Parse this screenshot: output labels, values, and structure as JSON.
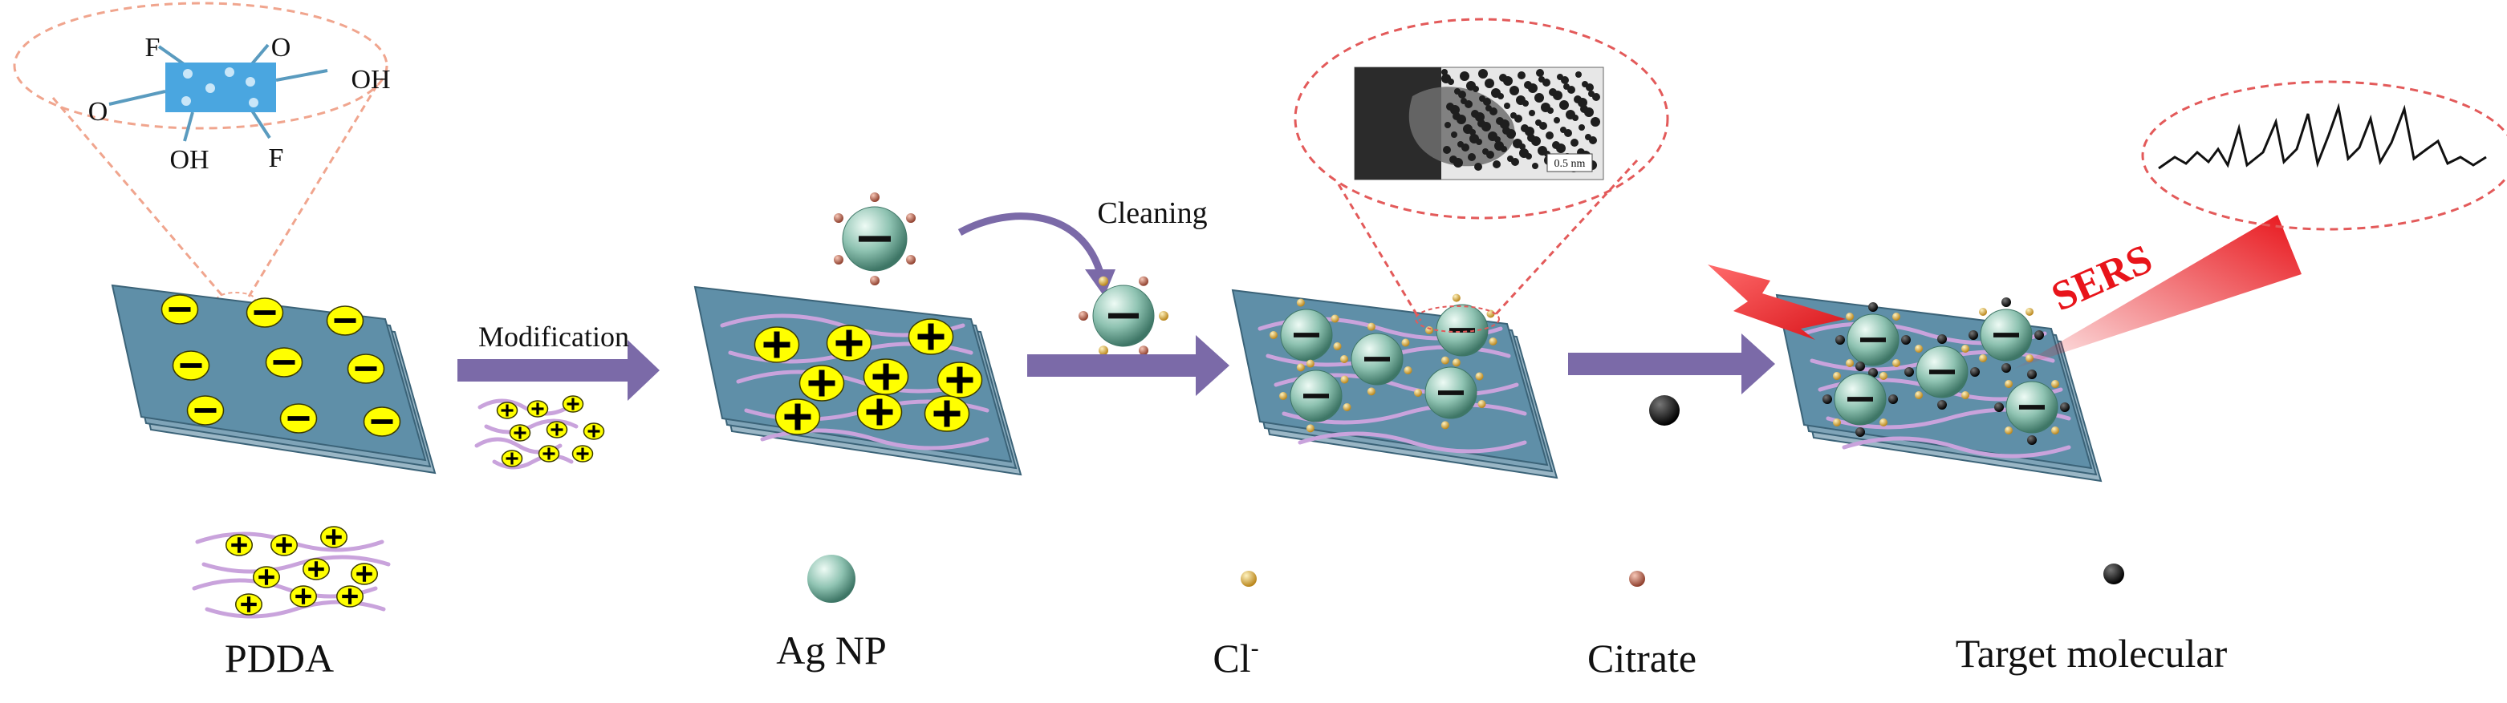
{
  "molecule": {
    "f_top": "F",
    "o_top": "O",
    "o_left": "O",
    "oh_right": "OH",
    "oh_bottom": "OH",
    "f_bottom": "F"
  },
  "steps": {
    "modification": "Modification",
    "cleaning": "Cleaning",
    "sers": "SERS"
  },
  "tem": {
    "scale": "0.5 nm"
  },
  "legend": {
    "pdda": "PDDA",
    "agnp": "Ag NP",
    "cl": "Cl",
    "cl_sup": "-",
    "citrate": "Citrate",
    "target": "Target molecular"
  },
  "colors": {
    "sheet": "#5f8fa8",
    "sheet_edge": "#3b6378",
    "charge_yellow": "#ffff00",
    "arrow": "#7b6aa8",
    "pdda_line": "#c9a3dc",
    "agnp_light": "#dff3ea",
    "agnp_dark": "#4f8a78",
    "cl": "#d9a52c",
    "citrate": "#b5604a",
    "target": "#111111",
    "laser": "#e8141a",
    "callout": "#e35a5a"
  }
}
